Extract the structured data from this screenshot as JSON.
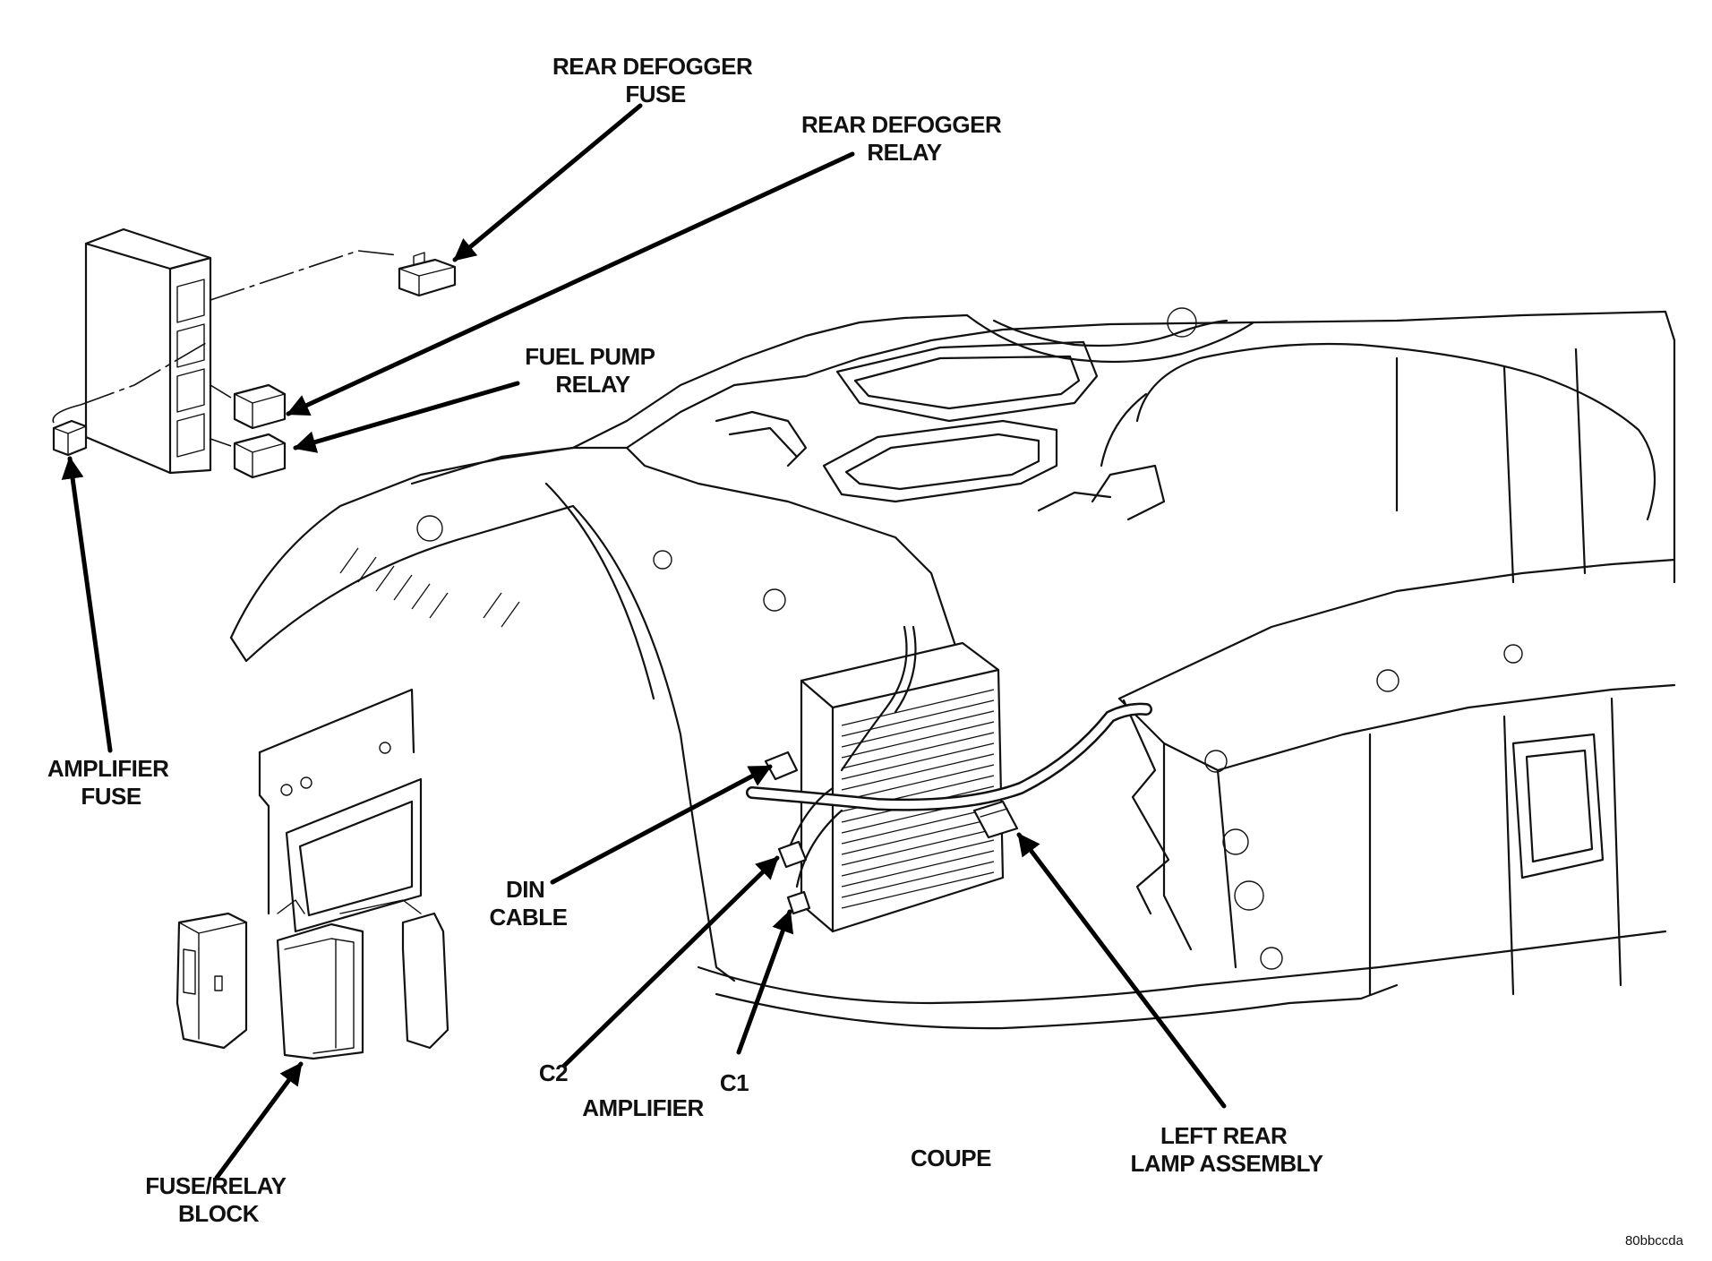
{
  "labels": {
    "rear_defogger_fuse": [
      "REAR DEFOGGER",
      "FUSE"
    ],
    "rear_defogger_relay": [
      "REAR DEFOGGER",
      "RELAY"
    ],
    "fuel_pump_relay": [
      "FUEL PUMP",
      "RELAY"
    ],
    "amplifier_fuse": [
      "AMPLIFIER",
      "FUSE"
    ],
    "din_cable": [
      "DIN",
      "CABLE"
    ],
    "c2": "C2",
    "c1": "C1",
    "amplifier": "AMPLIFIER",
    "fuse_relay_block": [
      "FUSE/RELAY",
      "BLOCK"
    ],
    "coupe": "COUPE",
    "left_rear_lamp_assembly": [
      "LEFT REAR",
      "LAMP ASSEMBLY"
    ]
  },
  "figure_code": "80bbccda"
}
